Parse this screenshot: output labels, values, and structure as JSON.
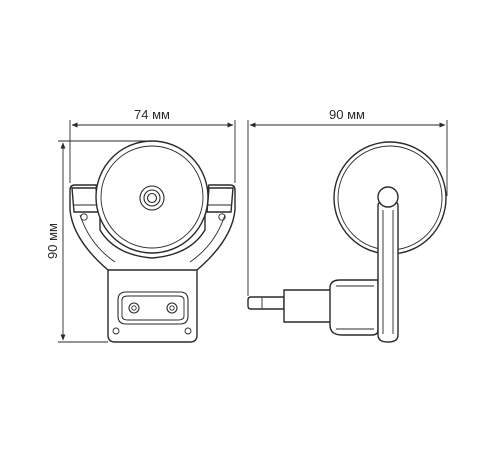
{
  "dimensions": {
    "width_front": "74 мм",
    "depth_side": "90 мм",
    "height": "90 мм"
  },
  "colors": {
    "line": "#2a2a2a",
    "background": "#ffffff"
  }
}
